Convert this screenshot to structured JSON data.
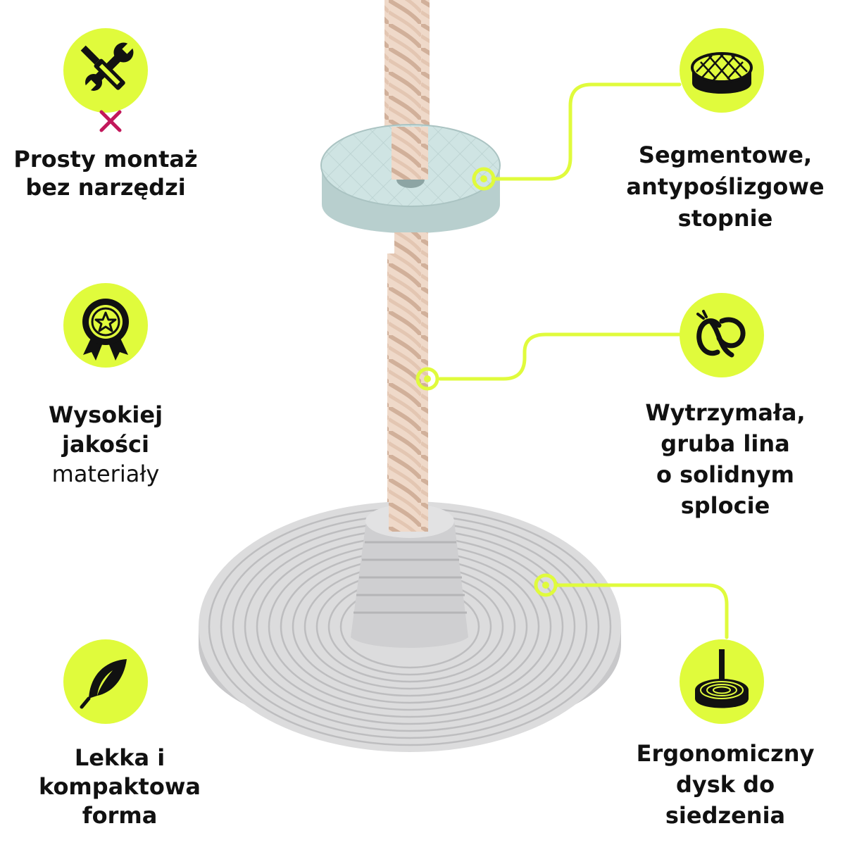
{
  "colors": {
    "accent": "#e0fb3c",
    "ink": "#111111",
    "cross": "#c2185b",
    "rope": "#efd9c9",
    "rope_shade": "#cfae97",
    "step": "#cfe3e3",
    "disc": "#d9d9da"
  },
  "features": {
    "assembly": {
      "icon": "tools-icon",
      "lines": [
        "Prosty montaż",
        "bez narzędzi"
      ]
    },
    "quality": {
      "icon": "quality-seal-icon",
      "lines": [
        "Wysokiej",
        "jakości"
      ],
      "light_line": "materiały"
    },
    "light": {
      "icon": "feather-icon",
      "lines": [
        "Lekka i",
        "kompaktowa",
        "forma"
      ]
    },
    "steps": {
      "icon": "segment-step-icon",
      "lines": [
        "Segmentowe,",
        "antypoślizgowe",
        "stopnie"
      ]
    },
    "rope": {
      "icon": "rope-knot-icon",
      "lines": [
        "Wytrzymała,",
        "gruba lina",
        "o solidnym",
        "splocie"
      ]
    },
    "disc": {
      "icon": "seat-disc-icon",
      "lines": [
        "Ergonomiczny",
        "dysk do",
        "siedzenia"
      ]
    }
  }
}
